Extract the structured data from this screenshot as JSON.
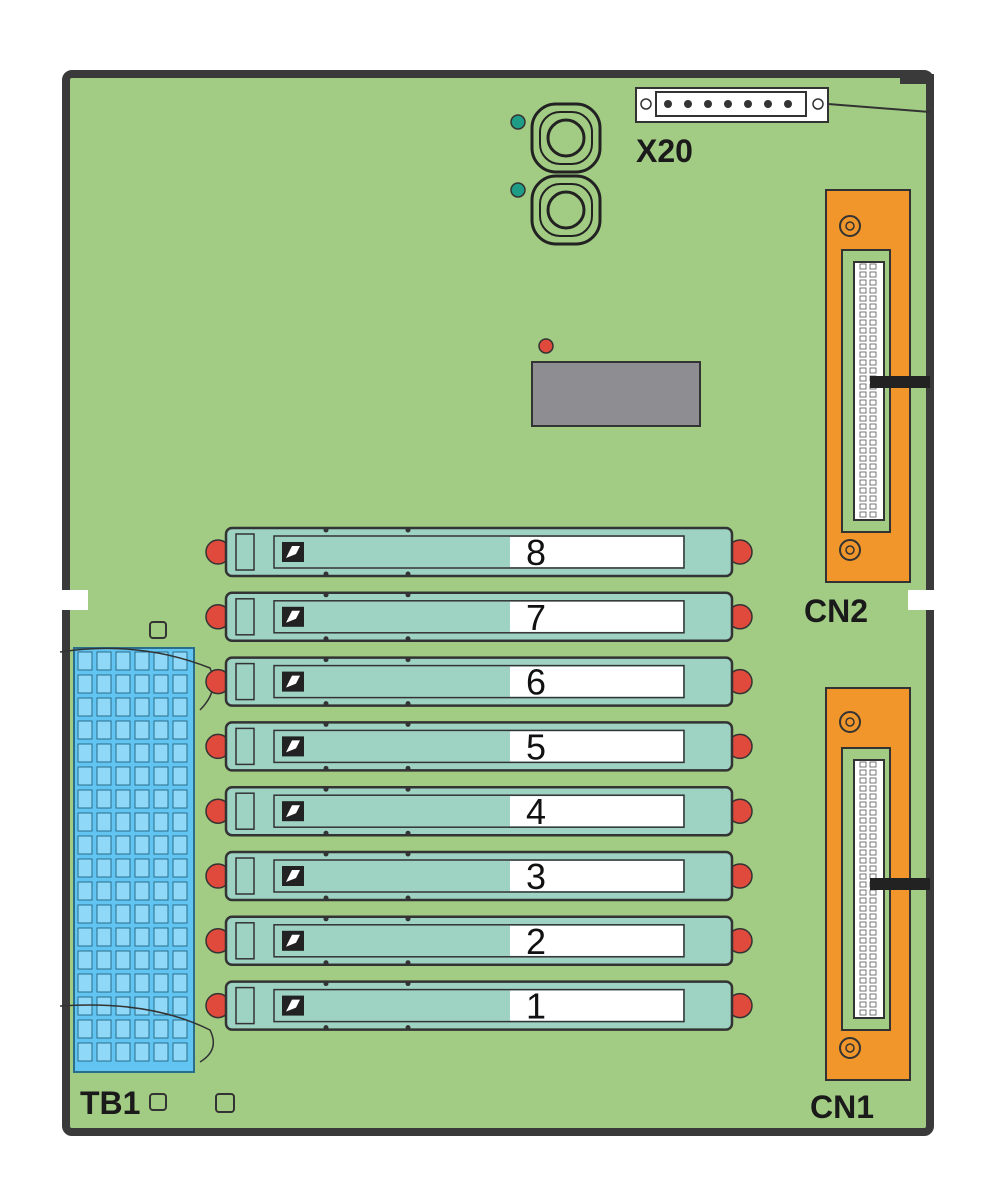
{
  "labels": {
    "x20": "X20",
    "cn2": "CN2",
    "cn1": "CN1",
    "tb1": "TB1"
  },
  "slots": [
    {
      "number": "8"
    },
    {
      "number": "7"
    },
    {
      "number": "6"
    },
    {
      "number": "5"
    },
    {
      "number": "4"
    },
    {
      "number": "3"
    },
    {
      "number": "2"
    },
    {
      "number": "1"
    }
  ],
  "colors": {
    "board": "#a2cc84",
    "board_edge": "#3a3a3a",
    "module": "#9ed3c3",
    "module_window": "#ffffff",
    "module_end_cap": "#e04a3c",
    "connector": "#f0962a",
    "terminal_block": "#62c4f0",
    "chip": "#8e8e92",
    "led_teal": "#1e9c86",
    "led_red": "#e04a3c"
  }
}
